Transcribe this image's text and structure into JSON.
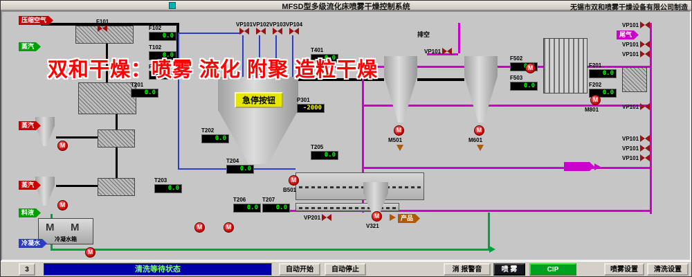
{
  "window": {
    "title": "MFSD型多级流化床喷雾干燥控制系统",
    "manufacturer": "无锡市双和喷雾干燥设备有限公司制造"
  },
  "watermark": {
    "text": "双和干燥：喷雾 流化 附聚 造粒干燥",
    "color": "#ff0000"
  },
  "glyphs": {
    "pump": "M"
  },
  "colors": {
    "background": "#c6c6c6",
    "pipe_black": "#000000",
    "pipe_magenta": "#cc00cc",
    "pipe_blue": "#2a3cc8",
    "pipe_green": "#00a040",
    "display_bg": "#000000",
    "display_green": "#00ff00",
    "display_yellow": "#ffff00",
    "estop_bg": "#e6e600",
    "status_bg": "#0000a8",
    "cip_green": "#00a020"
  },
  "source_labels": [
    {
      "text": "压缩空气",
      "color": "#cc0000"
    },
    {
      "text": "蒸汽",
      "color": "#00a000"
    },
    {
      "text": "蒸汽",
      "color": "#cc0000"
    },
    {
      "text": "蒸汽",
      "color": "#cc0000"
    },
    {
      "text": "料液",
      "color": "#00a000"
    },
    {
      "text": "冷凝水",
      "color": "#2a3cc8"
    }
  ],
  "flow_labels": {
    "vent": "排空",
    "exhaust": "尾气",
    "product": "产品",
    "condensate_tank": "冷凝水箱",
    "estop": "急停按钮"
  },
  "top_valves": [
    {
      "tag": "VP101"
    },
    {
      "tag": "VP102"
    },
    {
      "tag": "VP103"
    },
    {
      "tag": "VP104"
    }
  ],
  "side_valves": [
    {
      "tag": "VP101"
    },
    {
      "tag": "VP101"
    },
    {
      "tag": "VP101"
    },
    {
      "tag": "VP101"
    },
    {
      "tag": "VP101"
    },
    {
      "tag": "VP101"
    },
    {
      "tag": "VP101"
    }
  ],
  "other_valves": [
    {
      "tag": "F101"
    },
    {
      "tag": "VP101"
    },
    {
      "tag": "VP201"
    }
  ],
  "instruments": [
    {
      "tag": "F102",
      "value": "0.0"
    },
    {
      "tag": "T102",
      "value": "0.0"
    },
    {
      "tag": "P101",
      "value": "0.0"
    },
    {
      "tag": "T201",
      "value": "0.0"
    },
    {
      "tag": "T202",
      "value": "0.0"
    },
    {
      "tag": "T204",
      "value": "0.0"
    },
    {
      "tag": "T203",
      "value": "0.0"
    },
    {
      "tag": "T401",
      "value": "0.0"
    },
    {
      "tag": "P301",
      "value": "-2000"
    },
    {
      "tag": "T205",
      "value": "0.0"
    },
    {
      "tag": "T206",
      "value": "0.0"
    },
    {
      "tag": "T207",
      "value": "0.0"
    },
    {
      "tag": "F502",
      "value": "0.0"
    },
    {
      "tag": "F503",
      "value": "0.0"
    },
    {
      "tag": "F201",
      "value": "0.0"
    },
    {
      "tag": "F202",
      "value": "0.0"
    }
  ],
  "pump_labels": [
    "M501",
    "M601",
    "B501",
    "M801",
    "V321"
  ],
  "toolbar": {
    "counter": "3",
    "status": "清洗等待状态",
    "buttons": [
      {
        "label": "自动开始"
      },
      {
        "label": "自动停止"
      },
      {
        "label": "消 报警音"
      },
      {
        "label": "喷 雾"
      },
      {
        "label": "CIP"
      },
      {
        "label": "喷雾设置"
      },
      {
        "label": "清洗设置"
      }
    ]
  }
}
